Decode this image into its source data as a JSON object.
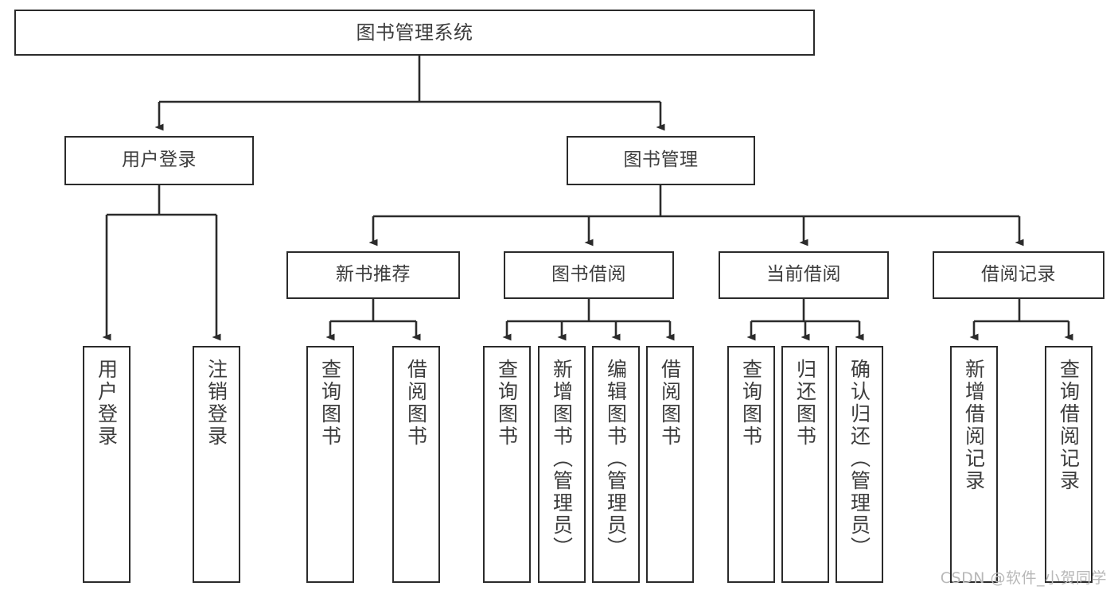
{
  "diagram": {
    "type": "tree-flowchart",
    "title": "图书管理系统",
    "watermark": "CSDN @软件_小贺同学",
    "colors": {
      "box_border": "#2b2b2b",
      "box_fill": "#ffffff",
      "text": "#3d3d3d",
      "edge": "#2b2b2b",
      "watermark": "#b8b8b8",
      "background": "#ffffff"
    },
    "nodes": {
      "root": {
        "label": "图书管理系统",
        "level": 0
      },
      "l1": [
        {
          "id": "user_login",
          "label": "用户登录",
          "level": 1
        },
        {
          "id": "book_manage",
          "label": "图书管理",
          "level": 1
        }
      ],
      "l2": [
        {
          "id": "new_book_rec",
          "label": "新书推荐",
          "level": 2,
          "parent": "book_manage"
        },
        {
          "id": "book_borrow",
          "label": "图书借阅",
          "level": 2,
          "parent": "book_manage"
        },
        {
          "id": "current_borrow",
          "label": "当前借阅",
          "level": 2,
          "parent": "book_manage"
        },
        {
          "id": "borrow_record",
          "label": "借阅记录",
          "level": 2,
          "parent": "book_manage"
        }
      ],
      "leaves": [
        {
          "id": "leaf_user_login",
          "label": "用户登录",
          "parent": "user_login"
        },
        {
          "id": "leaf_logout",
          "label": "注销登录",
          "parent": "user_login"
        },
        {
          "id": "leaf_query_book_1",
          "label": "查询图书",
          "parent": "new_book_rec"
        },
        {
          "id": "leaf_borrow_book_1",
          "label": "借阅图书",
          "parent": "new_book_rec"
        },
        {
          "id": "leaf_query_book_2",
          "label": "查询图书",
          "parent": "book_borrow"
        },
        {
          "id": "leaf_add_book",
          "label": "新增图书（管理员）",
          "parent": "book_borrow"
        },
        {
          "id": "leaf_edit_book",
          "label": "编辑图书（管理员）",
          "parent": "book_borrow"
        },
        {
          "id": "leaf_borrow_book_2",
          "label": "借阅图书",
          "parent": "book_borrow"
        },
        {
          "id": "leaf_query_book_3",
          "label": "查询图书",
          "parent": "current_borrow"
        },
        {
          "id": "leaf_return_book",
          "label": "归还图书",
          "parent": "current_borrow"
        },
        {
          "id": "leaf_confirm_return",
          "label": "确认归还（管理员）",
          "parent": "current_borrow"
        },
        {
          "id": "leaf_add_record",
          "label": "新增借阅记录",
          "parent": "borrow_record"
        },
        {
          "id": "leaf_query_record",
          "label": "查询借阅记录",
          "parent": "borrow_record"
        }
      ]
    }
  }
}
